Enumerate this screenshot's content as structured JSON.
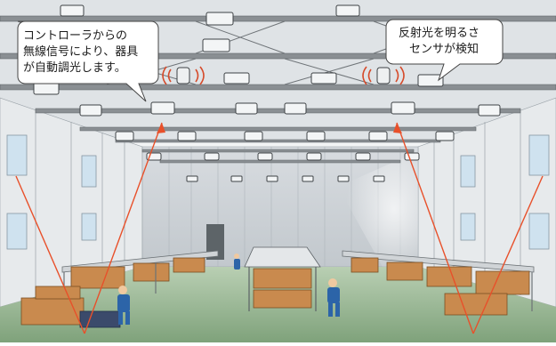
{
  "callout_left": {
    "lines": [
      "コントローラからの",
      "無線信号により、器具",
      "が自動調光します。"
    ]
  },
  "callout_right": {
    "lines": [
      "反射光を明るさ",
      "センサが検知"
    ]
  },
  "colors": {
    "sensor_beam": "#e8502a",
    "wireless_wave": "#d64a2a",
    "floor": "#8fb08a",
    "ceiling_truss": "#7a7a7a",
    "wall": "#e9ecef",
    "box": "#c98a4e"
  }
}
